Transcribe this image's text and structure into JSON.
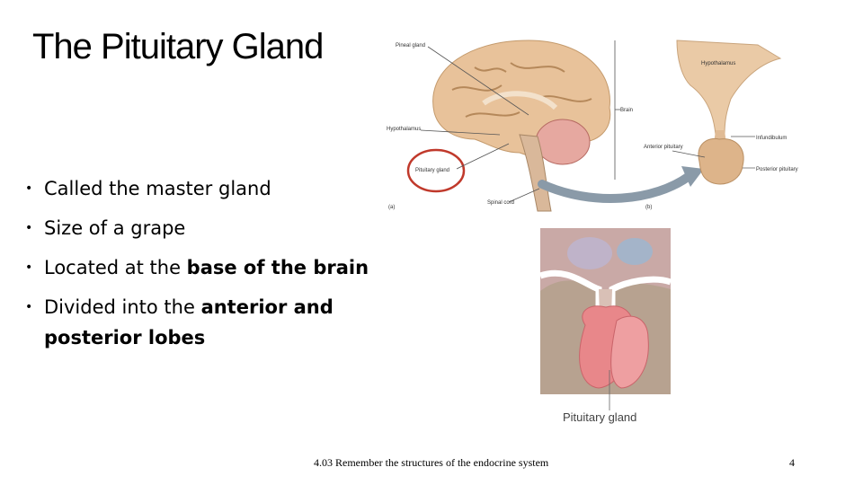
{
  "slide": {
    "title": "The Pituitary Gland",
    "bullets": [
      {
        "plain": "Called the master gland",
        "bold": "",
        "plain2": "",
        "bold2": ""
      },
      {
        "plain": "Size of a grape",
        "bold": "",
        "plain2": "",
        "bold2": ""
      },
      {
        "plain": "Located at the ",
        "bold": "base of the brain",
        "plain2": "",
        "bold2": ""
      },
      {
        "plain": "Divided into the ",
        "bold": "anterior and posterior lobes",
        "plain2": "",
        "bold2": ""
      }
    ],
    "bullet_glyph": "•",
    "footer": "4.03 Remember the structures of the endocrine system",
    "page_number": "4"
  },
  "figure_brain": {
    "labels": {
      "pineal": "Pineal gland",
      "hypothalamus": "Hypothalamus",
      "pituitary": "Pituitary gland",
      "spinal": "Spinal cord",
      "brain": "Brain",
      "panel_a": "(a)",
      "panel_b": "(b)",
      "hypothalamus_b": "Hypothalamus",
      "infundibulum": "Infundibulum",
      "anterior": "Anterior pituitary",
      "posterior": "Posterior pituitary"
    }
  },
  "figure_closeup": {
    "caption": "Pituitary gland"
  },
  "colors": {
    "brain": "#e8c29a",
    "circle": "#c0392b",
    "gland": "#e8878a"
  }
}
